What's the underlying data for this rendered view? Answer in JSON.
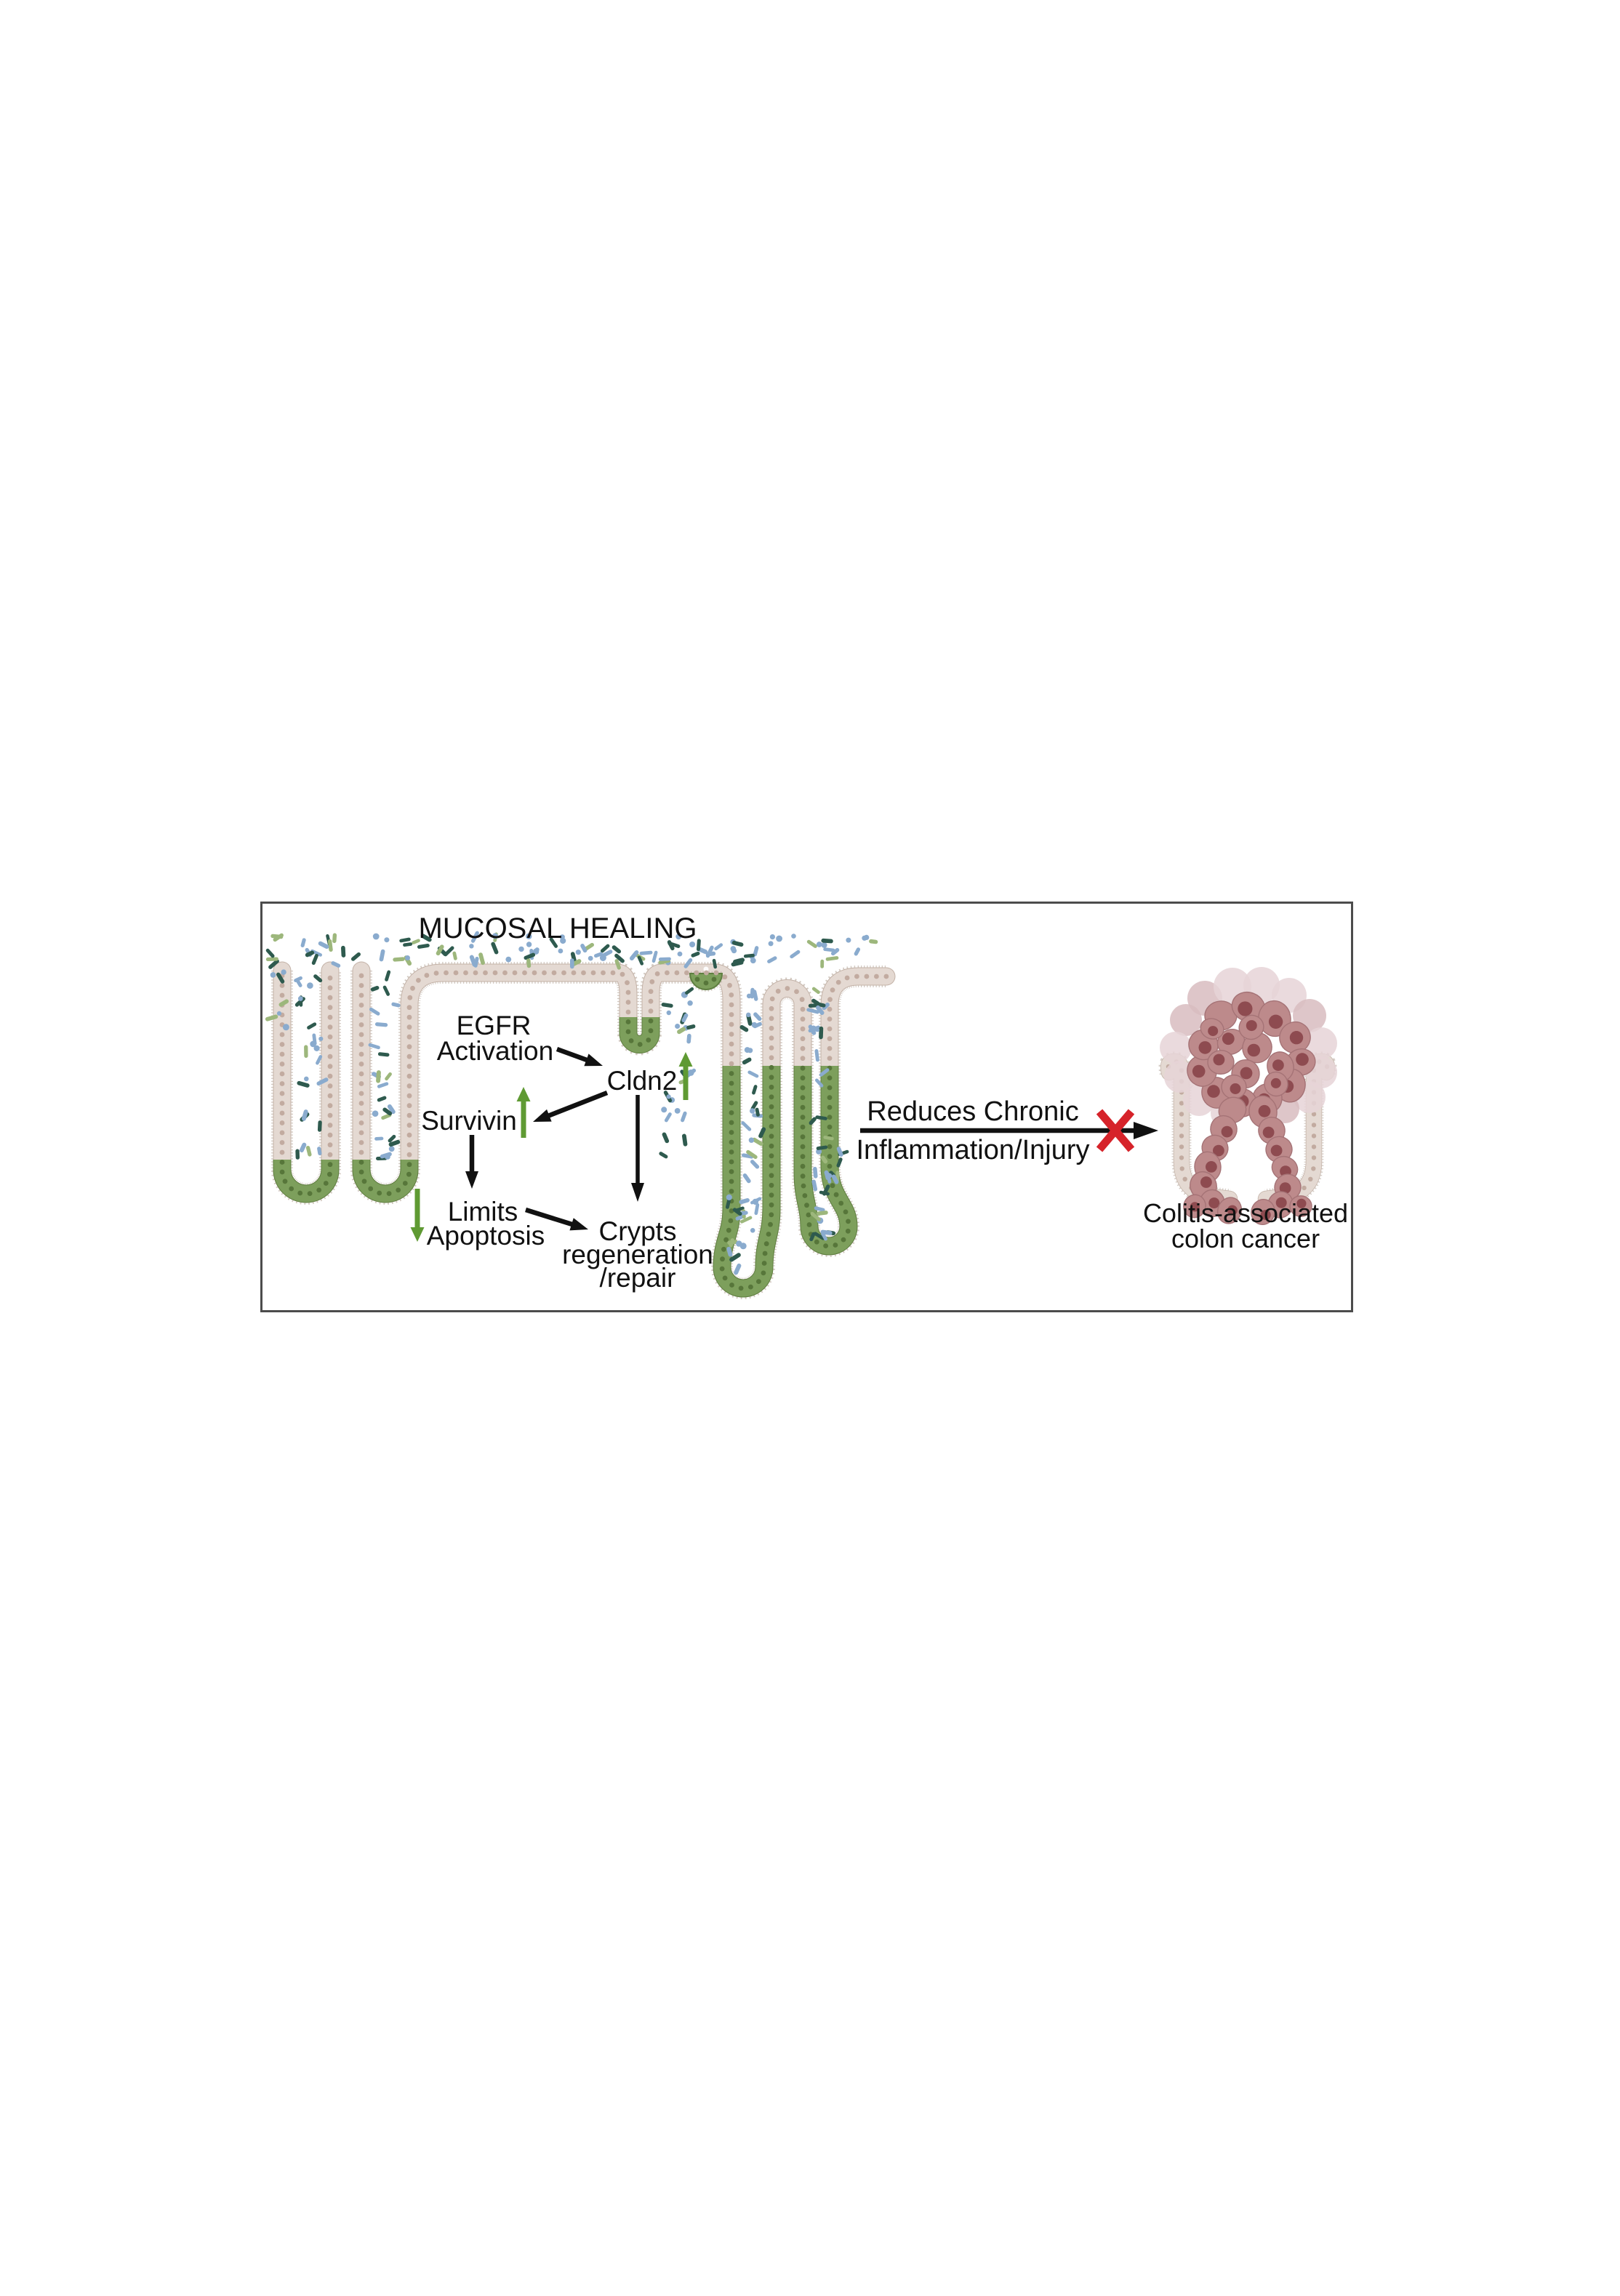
{
  "figure": {
    "title": "MUCOSAL HEALING",
    "labels": {
      "egfr1": "EGFR",
      "egfr2": "Activation",
      "cldn2": "Cldn2",
      "survivin": "Survivin",
      "limits1": "Limits",
      "limits2": "Apoptosis",
      "crypts1": "Crypts",
      "crypts2": "regeneration",
      "crypts3": "/repair",
      "reduces1": "Reduces Chronic",
      "reduces2": "Inflammation/Injury",
      "cancer1": "Colitis-associated",
      "cancer2": "colon cancer"
    },
    "colors": {
      "border": "#4c4c4c",
      "text": "#111111",
      "arrow_black": "#111111",
      "arrow_green": "#5f9a33",
      "x_red": "#d6232a",
      "epi_fill": "#e4d9d2",
      "epi_edge": "#c3b2a7",
      "epi_nucleus": "#c2aba0",
      "epi_fuzz": "#b5a69a",
      "green_fill": "#7d9f5c",
      "green_edge": "#5f7f41",
      "green_nucleus": "#57763a",
      "bact_teal": "#2e5a4e",
      "bact_blue": "#8aabce",
      "bact_green": "#9db77c",
      "tumor_cell": "#bd8a8b",
      "tumor_edge": "#a57376",
      "tumor_nucleus": "#8e4b50",
      "tumor_halo": "#e6d4d7",
      "tumor_halo2": "#d8bcc0"
    }
  }
}
